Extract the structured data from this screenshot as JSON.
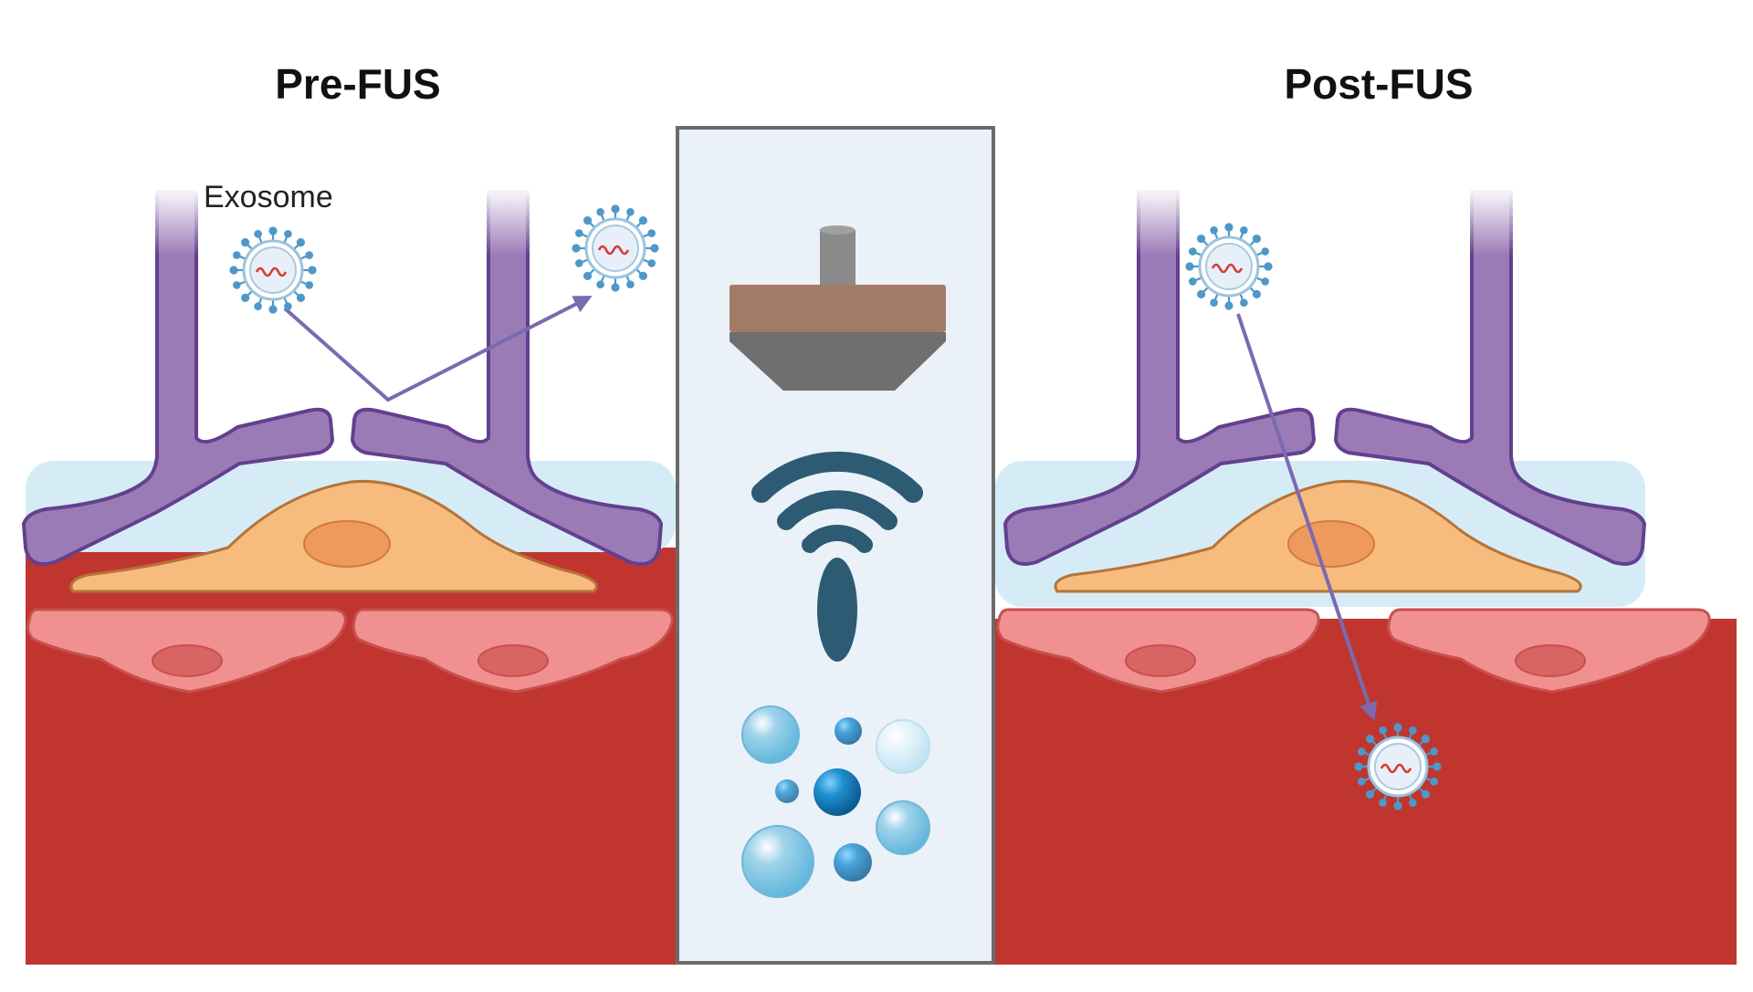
{
  "titles": {
    "left": "Pre-FUS",
    "right": "Post-FUS"
  },
  "labels": {
    "exosome": "Exosome"
  },
  "colors": {
    "blood": "#c0362f",
    "endothelial": "#f09090",
    "endothelial_border": "#c94f4f",
    "endothelial_nucleus": "#d96464",
    "basement_membrane": "#d5ecf6",
    "pericyte": "#f8bb7e",
    "pericyte_border": "#b5743a",
    "pericyte_nucleus": "#ee9a5d",
    "astrocyte": "#9b7bb6",
    "astrocyte_border": "#63408f",
    "arrow": "#7a6ab0",
    "panel_bg": "#eaf1f9",
    "panel_border": "#6b6b6b",
    "transducer_top": "#a37a66",
    "transducer_cone": "#6f6f6f",
    "transducer_stem": "#8a8a8a",
    "wave": "#2e5b74"
  },
  "icons": [
    "exosome-icon",
    "ultrasound-transducer-icon",
    "ultrasound-wave-icon",
    "microbubble-icon"
  ]
}
